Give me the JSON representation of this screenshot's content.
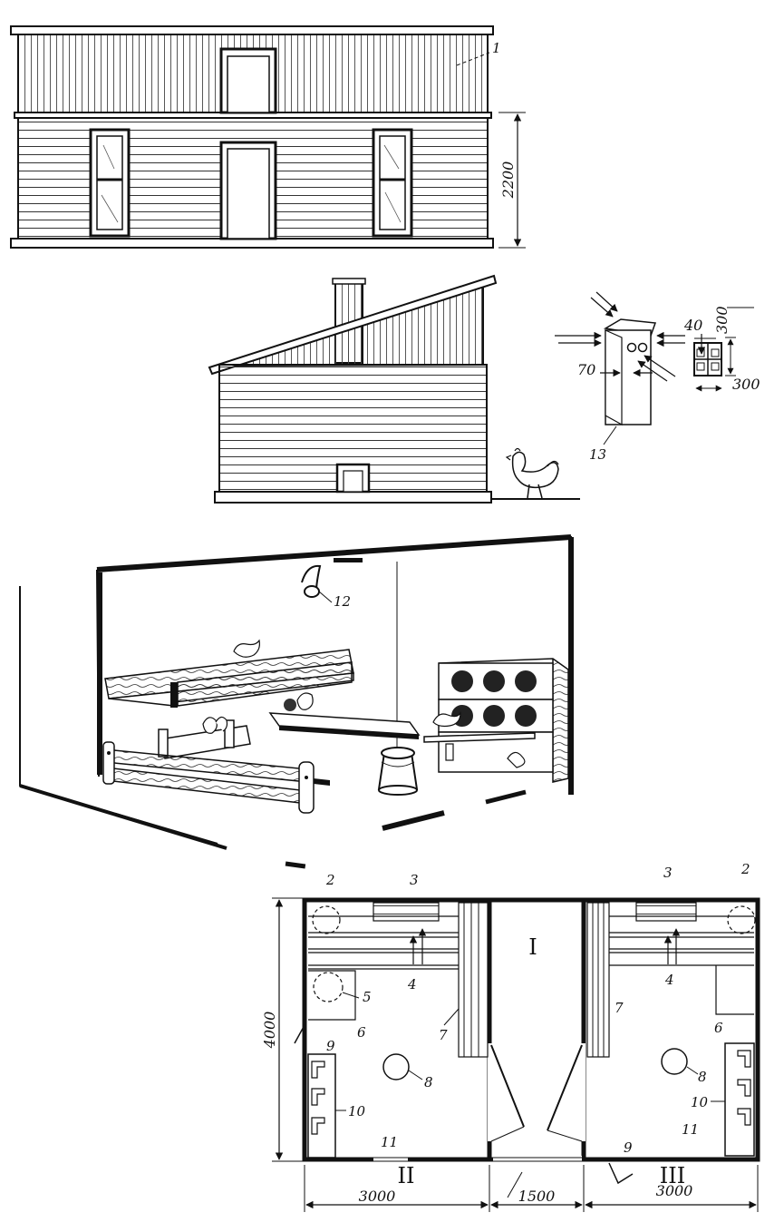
{
  "views": {
    "front_elevation": {
      "callouts": [
        "1"
      ],
      "height_dimension": "2200"
    },
    "side_elevation": {
      "callouts": [
        "13"
      ]
    },
    "ventilation_detail": {
      "dimensions": [
        "40",
        "300",
        "70",
        "300"
      ]
    },
    "interior_perspective": {
      "callouts": [
        "12"
      ]
    },
    "floor_plan": {
      "room_labels": [
        "I",
        "II",
        "III"
      ],
      "left_room_callouts": [
        "2",
        "3",
        "4",
        "5",
        "6",
        "7",
        "8",
        "9",
        "10",
        "11"
      ],
      "right_room_callouts": [
        "3",
        "2",
        "4",
        "6",
        "7",
        "8",
        "10",
        "9",
        "11"
      ],
      "depth_dimension": "4000",
      "width_dimensions": [
        "3000",
        "1500",
        "3000"
      ]
    }
  }
}
